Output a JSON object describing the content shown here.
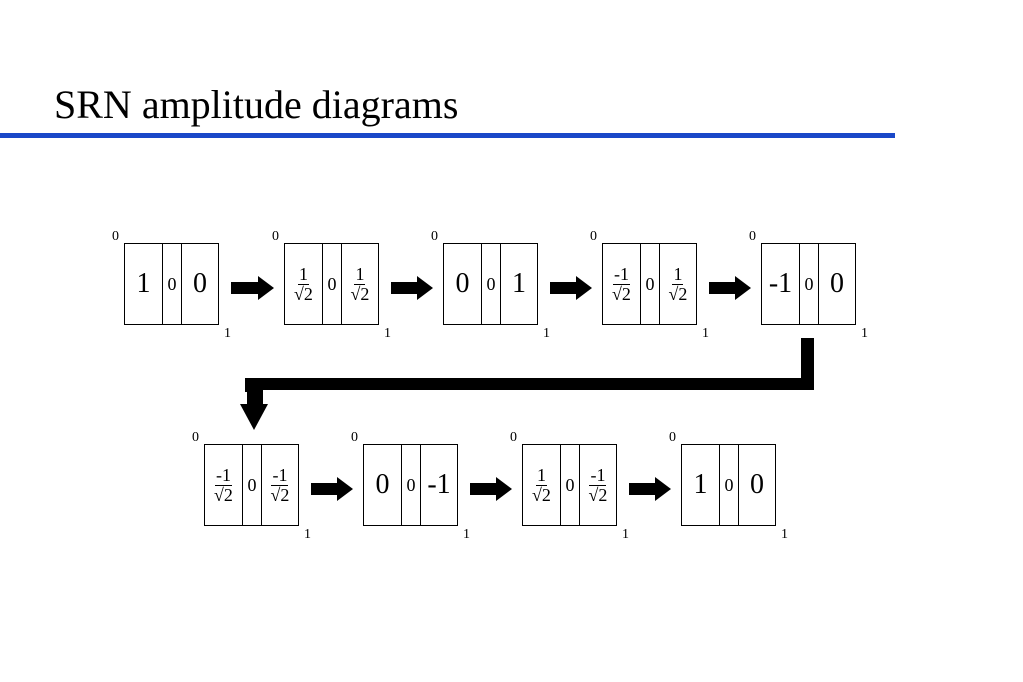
{
  "title": "SRN amplitude diagrams",
  "accent_color": "#1a48c8",
  "diagrams": [
    {
      "left": {
        "text": "1"
      },
      "mid": "0",
      "right": {
        "text": "0"
      },
      "top": "0",
      "bottom": "1"
    },
    {
      "left": {
        "num": "1",
        "den": "√2"
      },
      "mid": "0",
      "right": {
        "num": "1",
        "den": "√2"
      },
      "top": "0",
      "bottom": "1"
    },
    {
      "left": {
        "text": "0"
      },
      "mid": "0",
      "right": {
        "text": "1"
      },
      "top": "0",
      "bottom": "1"
    },
    {
      "left": {
        "num": "-1",
        "den": "√2"
      },
      "mid": "0",
      "right": {
        "num": "1",
        "den": "√2"
      },
      "top": "0",
      "bottom": "1"
    },
    {
      "left": {
        "text": "-1"
      },
      "mid": "0",
      "right": {
        "text": "0"
      },
      "top": "0",
      "bottom": "1"
    },
    {
      "left": {
        "num": "-1",
        "den": "√2"
      },
      "mid": "0",
      "right": {
        "num": "-1",
        "den": "√2"
      },
      "top": "0",
      "bottom": "1"
    },
    {
      "left": {
        "text": "0"
      },
      "mid": "0",
      "right": {
        "text": "-1"
      },
      "top": "0",
      "bottom": "1"
    },
    {
      "left": {
        "num": "1",
        "den": "√2"
      },
      "mid": "0",
      "right": {
        "num": "-1",
        "den": "√2"
      },
      "top": "0",
      "bottom": "1"
    },
    {
      "left": {
        "text": "1"
      },
      "mid": "0",
      "right": {
        "text": "0"
      },
      "top": "0",
      "bottom": "1"
    }
  ]
}
